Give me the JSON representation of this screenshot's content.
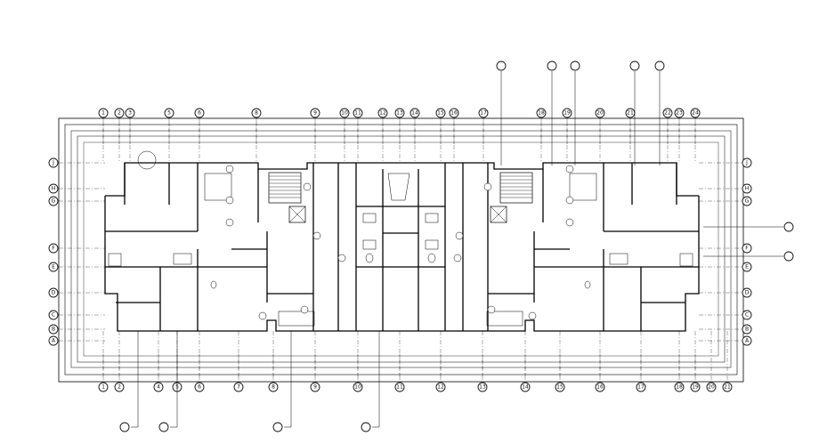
{
  "bottom_axes": [
    "1",
    "2",
    "4",
    "5",
    "6",
    "7",
    "8",
    "9",
    "10",
    "11",
    "12",
    "13",
    "14",
    "15",
    "16",
    "17",
    "18",
    "19",
    "20",
    "21"
  ],
  "top_axes": [
    "1",
    "2",
    "3",
    "5",
    "6",
    "8",
    "9",
    "10",
    "11",
    "12",
    "13",
    "14",
    "15",
    "16",
    "17",
    "18",
    "19",
    "20",
    "21",
    "22",
    "23",
    "24"
  ],
  "left_axes": [
    "J",
    "H",
    "G",
    "F",
    "E",
    "D",
    "C",
    "B",
    "A"
  ],
  "right_axes": [
    "J",
    "H",
    "G",
    "F",
    "E",
    "D",
    "C",
    "B",
    "A"
  ]
}
